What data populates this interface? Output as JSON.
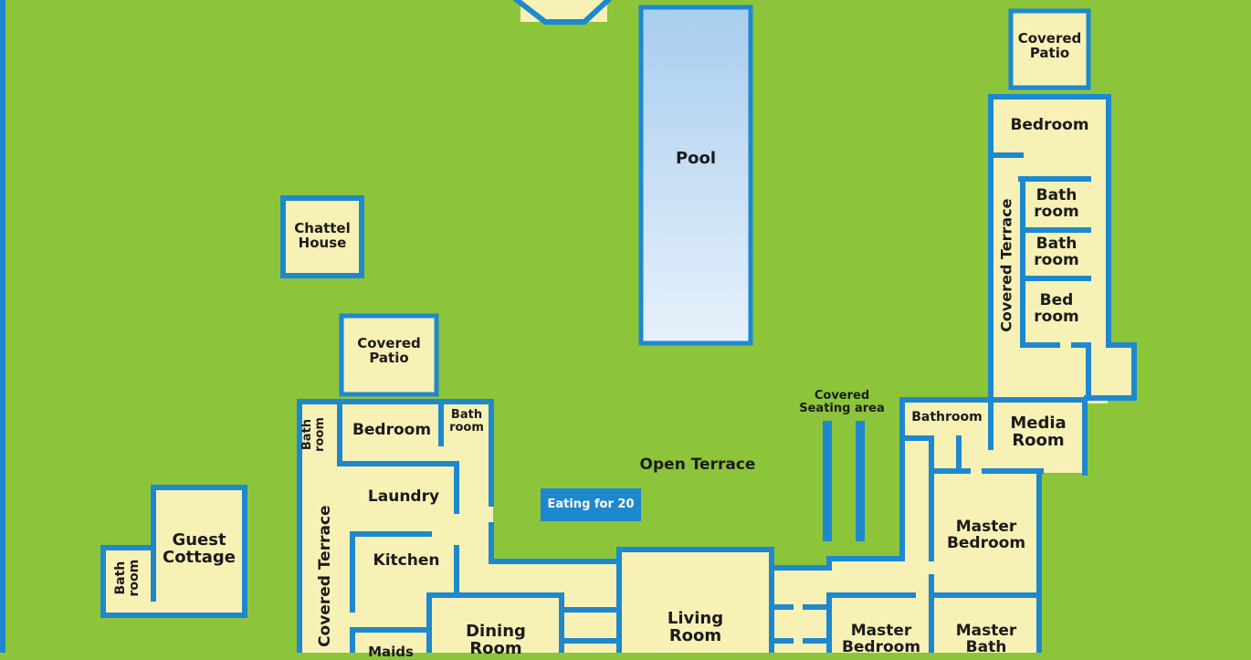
{
  "colors": {
    "lawn": "#8cc43a",
    "room_fill": "#f7f1b5",
    "wall": "#1e88cf",
    "pool_top": "#a8cdee",
    "pool_bottom": "#e6f1fb",
    "text": "#1b1b1b"
  },
  "rooms": {
    "pool": "Pool",
    "chattel_house": "Chattel\nHouse",
    "covered_patio_north": "Covered\nPatio",
    "covered_patio_west": "Covered\nPatio",
    "bedroom_west": "Bedroom",
    "bath_room_west_a": "Bath\nroom",
    "bath_room_west_b": "Bath\nroom",
    "laundry": "Laundry",
    "kitchen": "Kitchen",
    "covered_terrace_west": "Covered Terrace",
    "maids": "Maids",
    "dining_room": "Dining\nRoom",
    "living_room": "Living\nRoom",
    "guest_cottage": "Guest\nCottage",
    "guest_bath_room": "Bath\nroom",
    "open_terrace": "Open Terrace",
    "eating_for_20": "Eating for 20",
    "covered_seating_area": "Covered\nSeating area",
    "bathroom_east": "Bathroom",
    "media_room": "Media\nRoom",
    "master_bedroom_upper": "Master\nBedroom",
    "master_bedroom_lower": "Master\nBedroom",
    "master_bath": "Master\nBath",
    "bedroom_east": "Bedroom",
    "bath_room_east_a": "Bath\nroom",
    "bath_room_east_b": "Bath\nroom",
    "bed_room_east": "Bed\nroom",
    "covered_terrace_east": "Covered Terrace"
  }
}
